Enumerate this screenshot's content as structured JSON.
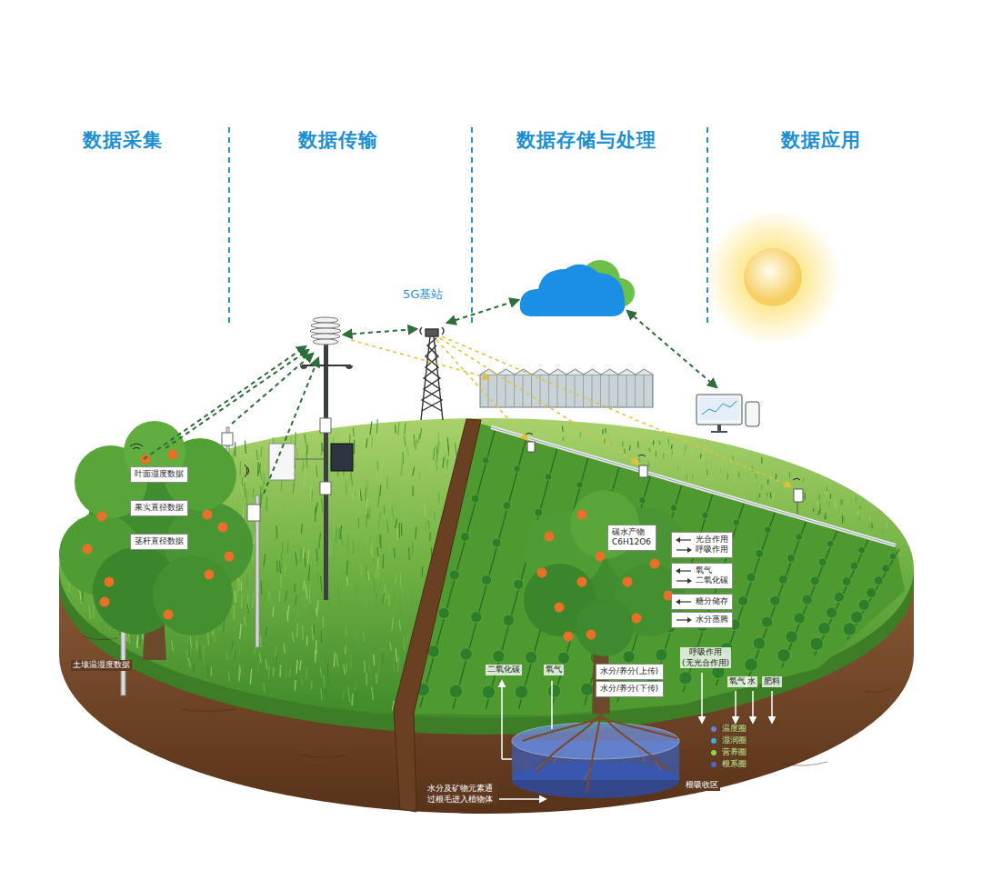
{
  "diagram": {
    "nodes": [
      {
        "text": [
          "叶面湿度数据"
        ]
      },
      {
        "text": [
          "果实直径数据"
        ]
      },
      {
        "text": [
          "茎杆直径数据"
        ]
      },
      {
        "text": [
          "碳水产物",
          "C6H12O6"
        ]
      },
      {
        "text": [
          "光合作用",
          "呼吸作用"
        ]
      },
      {
        "text": [
          "氧气",
          "二氧化碳"
        ]
      },
      {
        "text": [
          "糖分储存"
        ]
      },
      {
        "text": [
          "水分蒸腾"
        ]
      },
      {
        "text": [
          "水分/养分(上传)"
        ]
      },
      {
        "text": [
          "水分/养分(下传)"
        ]
      }
    ],
    "labels": [
      "数据采集",
      "数据传输",
      "数据存储与处理",
      "数据应用",
      "5G基站",
      "土壤温湿度数据",
      "二氧化碳",
      "氧气",
      "呼吸作用 (无光合作用)",
      "氧气",
      "水",
      "肥料",
      "根吸收区",
      "水分及矿物元素通过根毛进入植物体"
    ],
    "legend": [
      {
        "text": "温度圈",
        "color": "#6a7fe0"
      },
      {
        "text": "湿润圈",
        "color": "#3fa9e6"
      },
      {
        "text": "营养圈",
        "color": "#8fd14f"
      },
      {
        "text": "根系圈",
        "color": "#4a66c8"
      }
    ]
  }
}
